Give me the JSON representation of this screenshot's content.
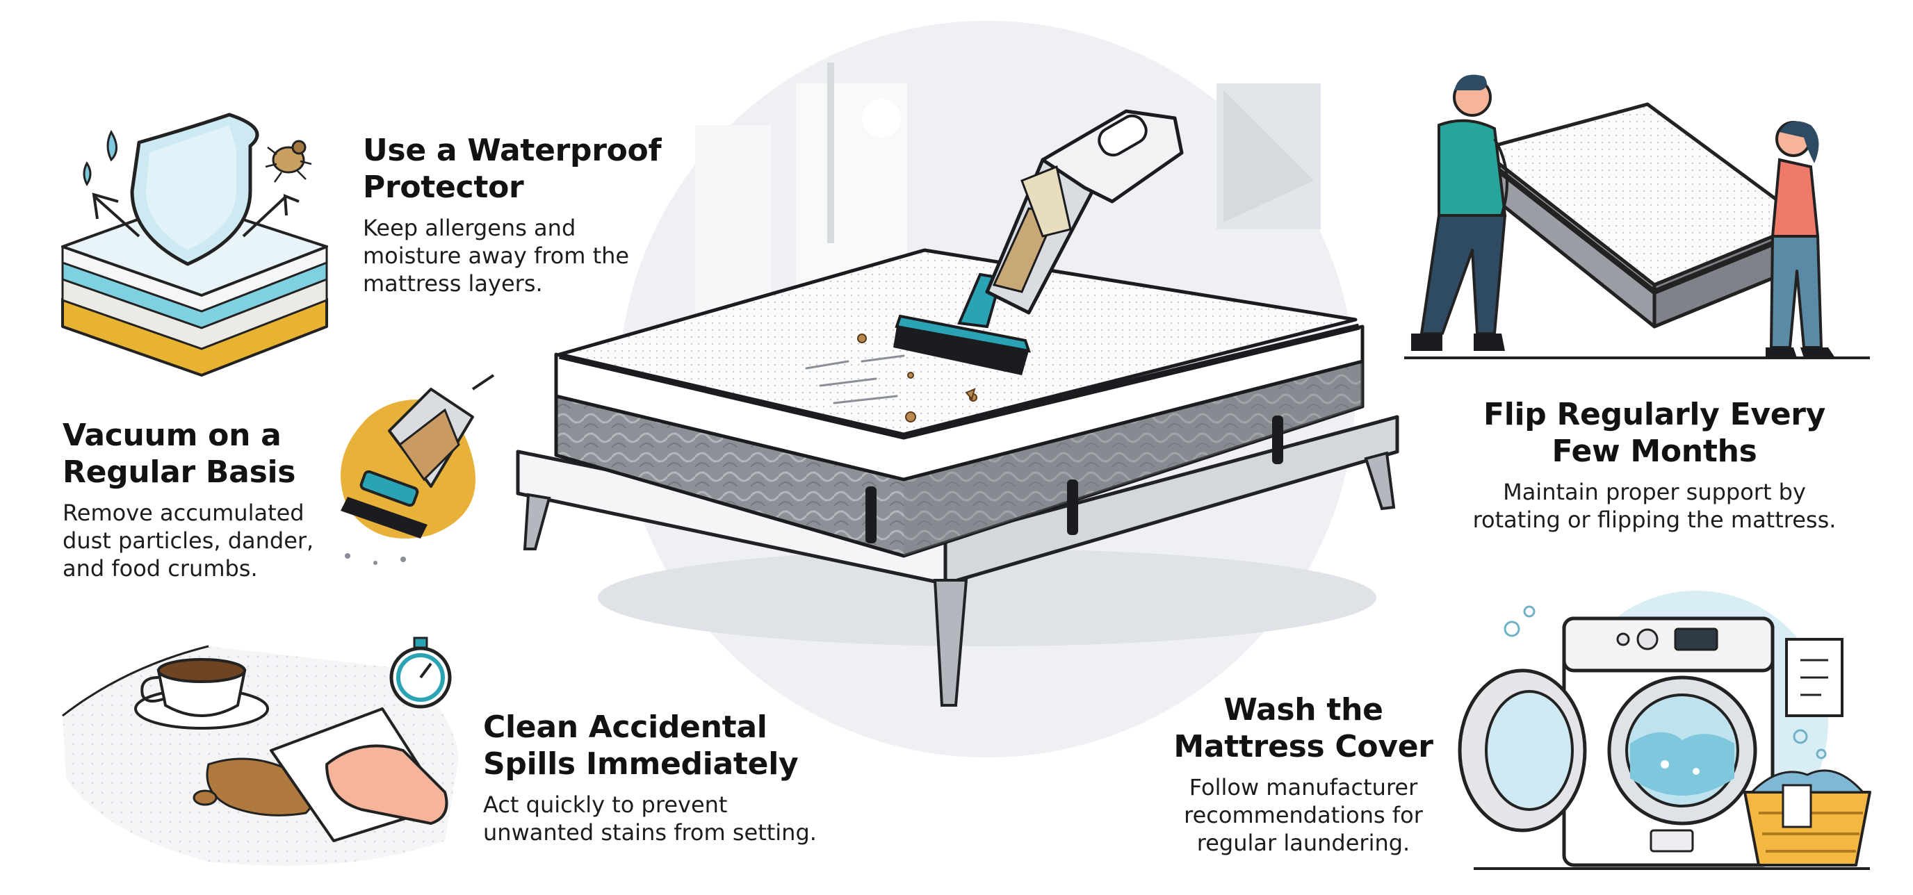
{
  "tips": {
    "waterproof": {
      "title": [
        "Use a Waterproof",
        "Protector"
      ],
      "body": [
        "Keep allergens and",
        "moisture away from the",
        "mattress layers."
      ],
      "icon": "shield-protector-icon"
    },
    "vacuum": {
      "title": [
        "Vacuum on a",
        "Regular Basis"
      ],
      "body": [
        "Remove accumulated",
        "dust particles, dander,",
        "and food crumbs."
      ],
      "icon": "handheld-vacuum-icon"
    },
    "spills": {
      "title": [
        "Clean Accidental",
        "Spills Immediately"
      ],
      "body": [
        "Act quickly to prevent",
        "unwanted stains from setting."
      ],
      "icon": "spill-cloth-icon"
    },
    "flip": {
      "title": [
        "Flip Regularly Every",
        "Few Months"
      ],
      "body": [
        "Maintain proper support by",
        "rotating or flipping the mattress."
      ],
      "icon": "people-flipping-mattress-icon"
    },
    "wash": {
      "title": [
        "Wash the",
        "Mattress Cover"
      ],
      "body": [
        "Follow manufacturer",
        "recommendations for",
        "regular laundering."
      ],
      "icon": "washing-machine-icon"
    }
  },
  "center_illustration": "mattress-on-bed-frame-being-vacuumed",
  "colors": {
    "teal": "#2aa3b4",
    "mustard": "#e8b23a",
    "coffee": "#b07a3f",
    "skin": "#f6b59a",
    "shirt_teal": "#27a59a",
    "shirt_coral": "#f07a6a",
    "pants": "#2f4b63",
    "mattress_side": "#8f9298",
    "backdrop_circle": "#eceef1",
    "wash_circle": "#d8edf4"
  }
}
